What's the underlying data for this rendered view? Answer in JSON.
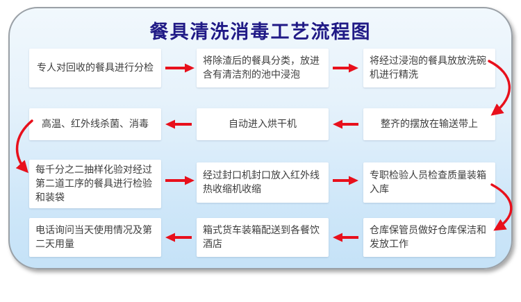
{
  "title": "餐具清洗消毒工艺流程图",
  "colors": {
    "arrow_red": "#e8101c",
    "title_navy": "#201a86",
    "panel_blue_top": "#f1f8fd",
    "panel_blue_bottom": "#c5e2f7",
    "box_white": "#ffffff"
  },
  "steps": [
    "专人对回收的餐具进行分检",
    "将除渣后的餐具分类，放进含有清洁剂的池中浸泡",
    "将经过浸泡的餐具放放洗碗机进行精洗",
    "整齐的摆放在输送带上",
    "自动进入烘干机",
    "高温、红外线杀菌、消毒",
    "每千分之二抽样化验对经过第二道工序的餐具进行检验和装袋",
    "经过封口机封口放入红外线热收缩机收缩",
    "专职检验人员检查质量装箱入库",
    "仓库保管员做好仓库保洁和发放工作",
    "箱式货车装箱配送到各餐饮酒店",
    "电话询问当天使用情况及第二天用量"
  ],
  "connections": [
    "step1→step2",
    "step2→step3",
    "step3→step4",
    "step4→step5",
    "step5→step6",
    "step6→step7",
    "step7→step8",
    "step8→step9",
    "step9→step10",
    "step10→step11",
    "step11→step12"
  ]
}
